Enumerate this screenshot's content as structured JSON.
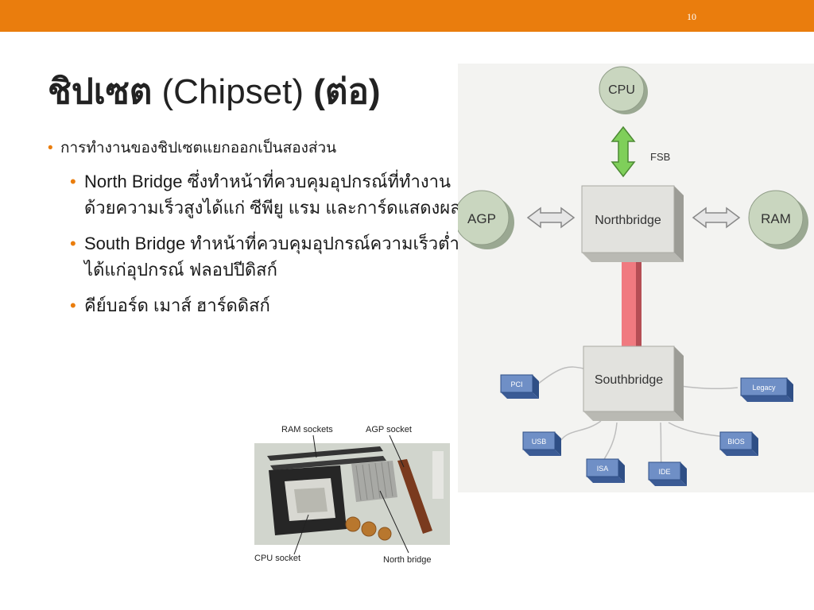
{
  "slide": {
    "page_number": "10",
    "accent_color": "#ea7d0d"
  },
  "title": {
    "thai": "ชิปเซต",
    "english": "(Chipset)",
    "suffix": "(ต่อ)"
  },
  "bullets": {
    "main": "การทำงานของชิปเซตแยกออกเป็นสองส่วน",
    "sub": [
      "North Bridge ซึ่งทำหน้าที่ควบคุมอุปกรณ์ที่ทำงานด้วยความเร็วสูงได้แก่ ซีพียู แรม และการ์ดแสดงผล",
      "South Bridge ทำหน้าที่ควบคุมอุปกรณ์ความเร็วต่ำได้แก่อุปกรณ์ ฟลอปปีดิสก์",
      "คีย์บอร์ด เมาส์ ฮาร์ดดิสก์"
    ]
  },
  "diagram": {
    "cpu": "CPU",
    "fsb": "FSB",
    "agp": "AGP",
    "ram": "RAM",
    "northbridge": "Northbridge",
    "southbridge": "Southbridge",
    "pci": "PCI",
    "legacy": "Legacy",
    "usb": "USB",
    "bios": "BIOS",
    "isa": "ISA",
    "ide": "IDE"
  },
  "board_photo": {
    "ram_sockets": "RAM sockets",
    "agp_socket": "AGP socket",
    "cpu_socket": "CPU socket",
    "north_bridge": "North bridge"
  }
}
